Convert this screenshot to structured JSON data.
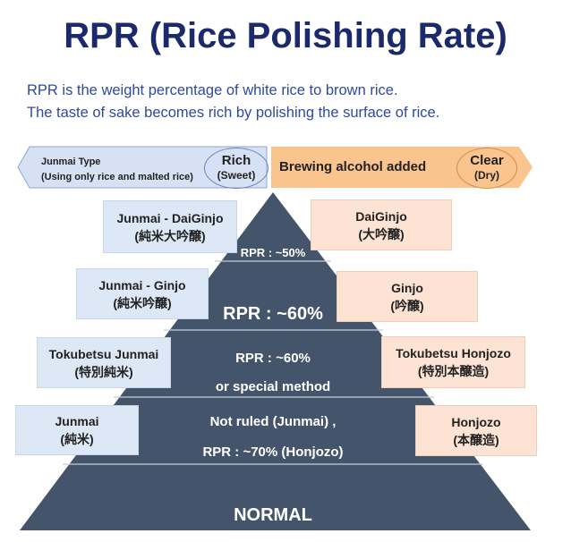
{
  "title": "RPR (Rice Polishing Rate)",
  "subtitle": [
    "RPR is the weight percentage of white rice to brown rice.",
    "The taste of sake becomes rich by polishing the surface of rice."
  ],
  "left_arrow": {
    "line1": "Junmai Type",
    "line2": "(Using only rice and malted rice)",
    "oval_top": "Rich",
    "oval_bottom": "(Sweet)"
  },
  "right_arrow": {
    "label": "Brewing alcohol added",
    "oval_top": "Clear",
    "oval_bottom": "(Dry)"
  },
  "junmai_types": [
    {
      "name": "Junmai - DaiGinjo",
      "kanji": "(純米大吟醸)"
    },
    {
      "name": "Junmai - Ginjo",
      "kanji": "(純米吟醸)"
    },
    {
      "name": "Tokubetsu Junmai",
      "kanji": "(特別純米)"
    },
    {
      "name": "Junmai",
      "kanji": "(純米)"
    }
  ],
  "alcohol_types": [
    {
      "name": "DaiGinjo",
      "kanji": "(大吟醸)"
    },
    {
      "name": "Ginjo",
      "kanji": "(吟醸)"
    },
    {
      "name": "Tokubetsu Honjozo",
      "kanji": "(特別本醸造)"
    },
    {
      "name": "Honjozo",
      "kanji": "(本醸造)"
    }
  ],
  "pyramid": {
    "level1": "RPR : ~50%",
    "level2": "RPR : ~60%",
    "level3_a": "RPR : ~60%",
    "level3_b": "or special method",
    "level4_a": "Not ruled (Junmai) ,",
    "level4_b": "RPR : ~70% (Honjozo)",
    "level5": "NORMAL"
  },
  "colors": {
    "pyramid": "#44546a",
    "blue_box": "#dce8f5",
    "peach_box": "#fde3d3",
    "orange_arrow": "#f9c48e"
  }
}
